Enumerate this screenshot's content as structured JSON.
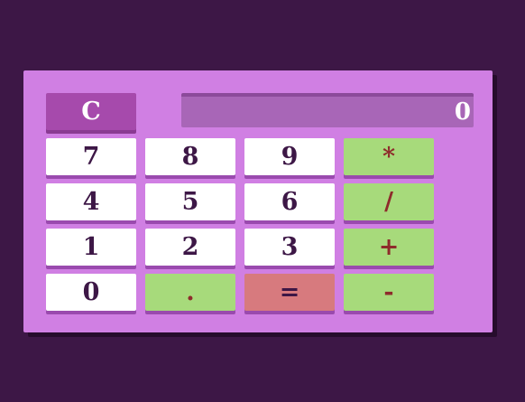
{
  "display": {
    "value": "0"
  },
  "keys": {
    "clear": "C",
    "seven": "7",
    "eight": "8",
    "nine": "9",
    "multiply": "*",
    "four": "4",
    "five": "5",
    "six": "6",
    "divide": "/",
    "one": "1",
    "two": "2",
    "three": "3",
    "add": "+",
    "zero": "0",
    "decimal": ".",
    "equals": "=",
    "subtract": "-"
  },
  "colors": {
    "page_background": "#3d1746",
    "calculator_body": "#d07fe3",
    "display_background": "#a866b7",
    "clear_key": "#a64aac",
    "number_key": "#ffffff",
    "operator_key": "#a7da7b",
    "operator_text": "#8e2b2b",
    "equals_key": "#d77a7e"
  }
}
